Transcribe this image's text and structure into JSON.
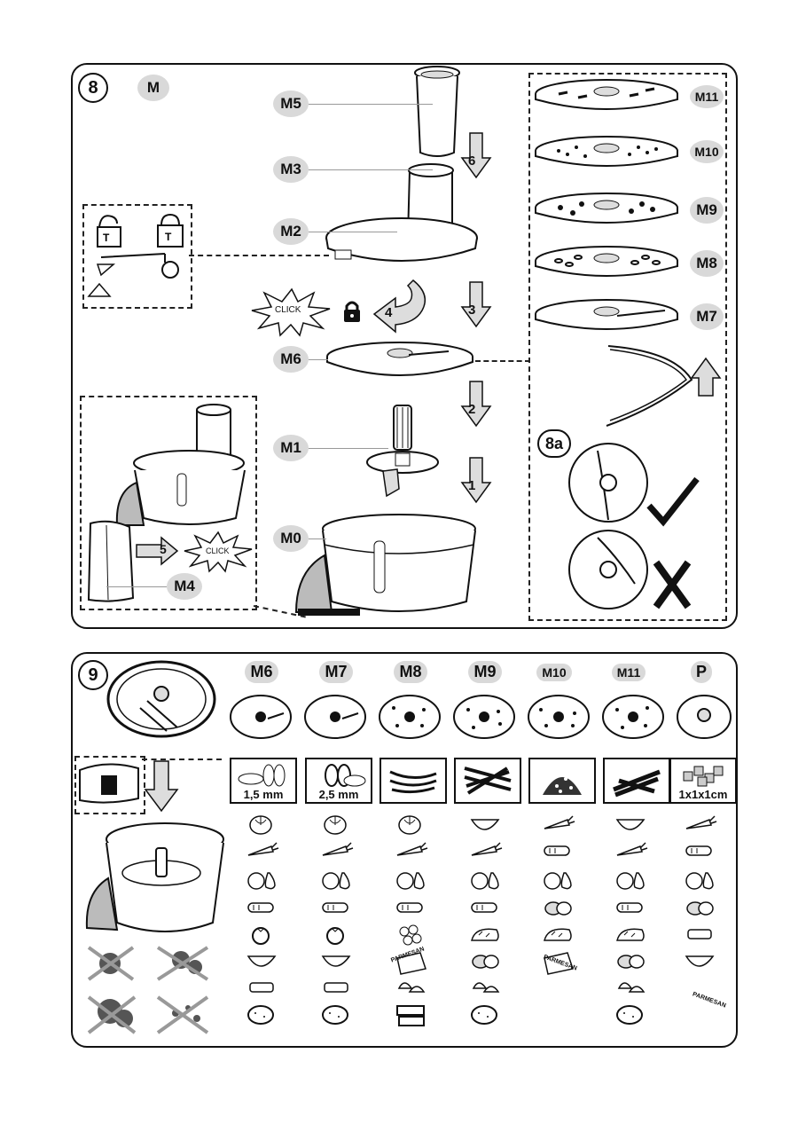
{
  "panel8": {
    "step": "8",
    "model": "M",
    "labels": {
      "m5": "M5",
      "m3": "M3",
      "m2": "M2",
      "m6": "M6",
      "m1": "M1",
      "m0": "M0",
      "m4": "M4",
      "m11": "M11",
      "m10": "M10",
      "m9": "M9",
      "m8": "M8",
      "m7": "M7"
    },
    "arrows": {
      "a6": "6",
      "a3": "3",
      "a2": "2",
      "a1": "1",
      "a4": "4",
      "a5": "5"
    },
    "click_text": "CLICK",
    "sub_step": "8a"
  },
  "panel9": {
    "step": "9",
    "columns": [
      {
        "label": "M6",
        "size": "1,5 mm",
        "foods": [
          "onion",
          "carrot",
          "apple-pear",
          "zucchini",
          "tomato",
          "melon",
          "sausage",
          "potato"
        ]
      },
      {
        "label": "M7",
        "size": "2,5 mm",
        "foods": [
          "onion",
          "carrot",
          "apple-pear",
          "zucchini",
          "tomato",
          "melon",
          "sausage",
          "potato"
        ]
      },
      {
        "label": "M8",
        "size": "",
        "foods": [
          "onion",
          "carrot",
          "apple-pear",
          "zucchini",
          "nuts",
          "cheese",
          "mushrooms",
          "chocolate"
        ]
      },
      {
        "label": "M9",
        "size": "",
        "foods": [
          "melon",
          "carrot",
          "apple-pear",
          "zucchini",
          "bread",
          "potatoes",
          "mushrooms",
          "potato"
        ]
      },
      {
        "label": "M10",
        "size": "",
        "foods": [
          "carrot",
          "zucchini",
          "apple-pear",
          "potatoes",
          "bread",
          "cheese"
        ]
      },
      {
        "label": "M11",
        "size": "",
        "foods": [
          "melon",
          "carrot",
          "apple-pear",
          "zucchini",
          "bread",
          "potatoes",
          "mushrooms",
          "potato"
        ]
      },
      {
        "label": "P",
        "size": "1x1x1cm",
        "foods": [
          "carrot",
          "zucchini",
          "apple-pear",
          "potatoes",
          "sausage",
          "melon"
        ]
      }
    ],
    "cheese_label": "PARMESAN"
  }
}
